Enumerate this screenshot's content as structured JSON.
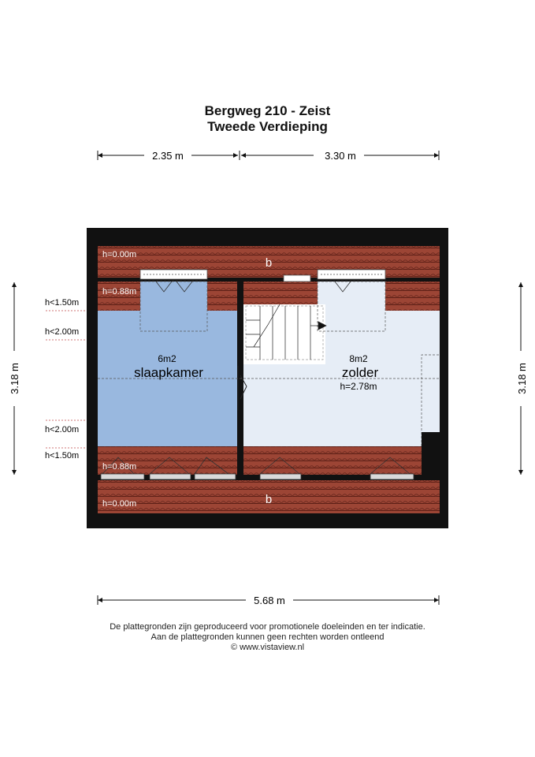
{
  "header": {
    "title": "Bergweg 210 - Zeist",
    "subtitle": "Tweede Verdieping"
  },
  "dimensions": {
    "top_left": "2.35 m",
    "top_right": "3.30 m",
    "left": "3.18 m",
    "right": "3.18 m",
    "bottom": "5.68 m"
  },
  "heights": {
    "top_roof": "h=0.00m",
    "top_inner": "h=0.88m",
    "bottom_inner": "h=0.88m",
    "bottom_roof": "h=0.00m",
    "left_150_top": "h<1.50m",
    "left_200_top": "h<2.00m",
    "left_200_bottom": "h<2.00m",
    "left_150_bottom": "h<1.50m"
  },
  "rooms": {
    "bedroom": {
      "area": "6m2",
      "name": "slaapkamer"
    },
    "attic": {
      "area": "8m2",
      "name": "zolder",
      "height": "h=2.78m"
    }
  },
  "roof_labels": {
    "top": "b",
    "bottom": "b"
  },
  "footer": {
    "line1": "De plattegronden zijn geproduceerd voor promotionele doeleinden en ter indicatie.",
    "line2": "Aan de plattegronden kunnen geen rechten worden ontleend",
    "line3": "© www.vistaview.nl"
  },
  "colors": {
    "wall": "#111111",
    "bedroom": "#99b8df",
    "attic": "#e6edf6",
    "roof_tile": "#9c4535",
    "roof_line": "#5c1f16"
  }
}
